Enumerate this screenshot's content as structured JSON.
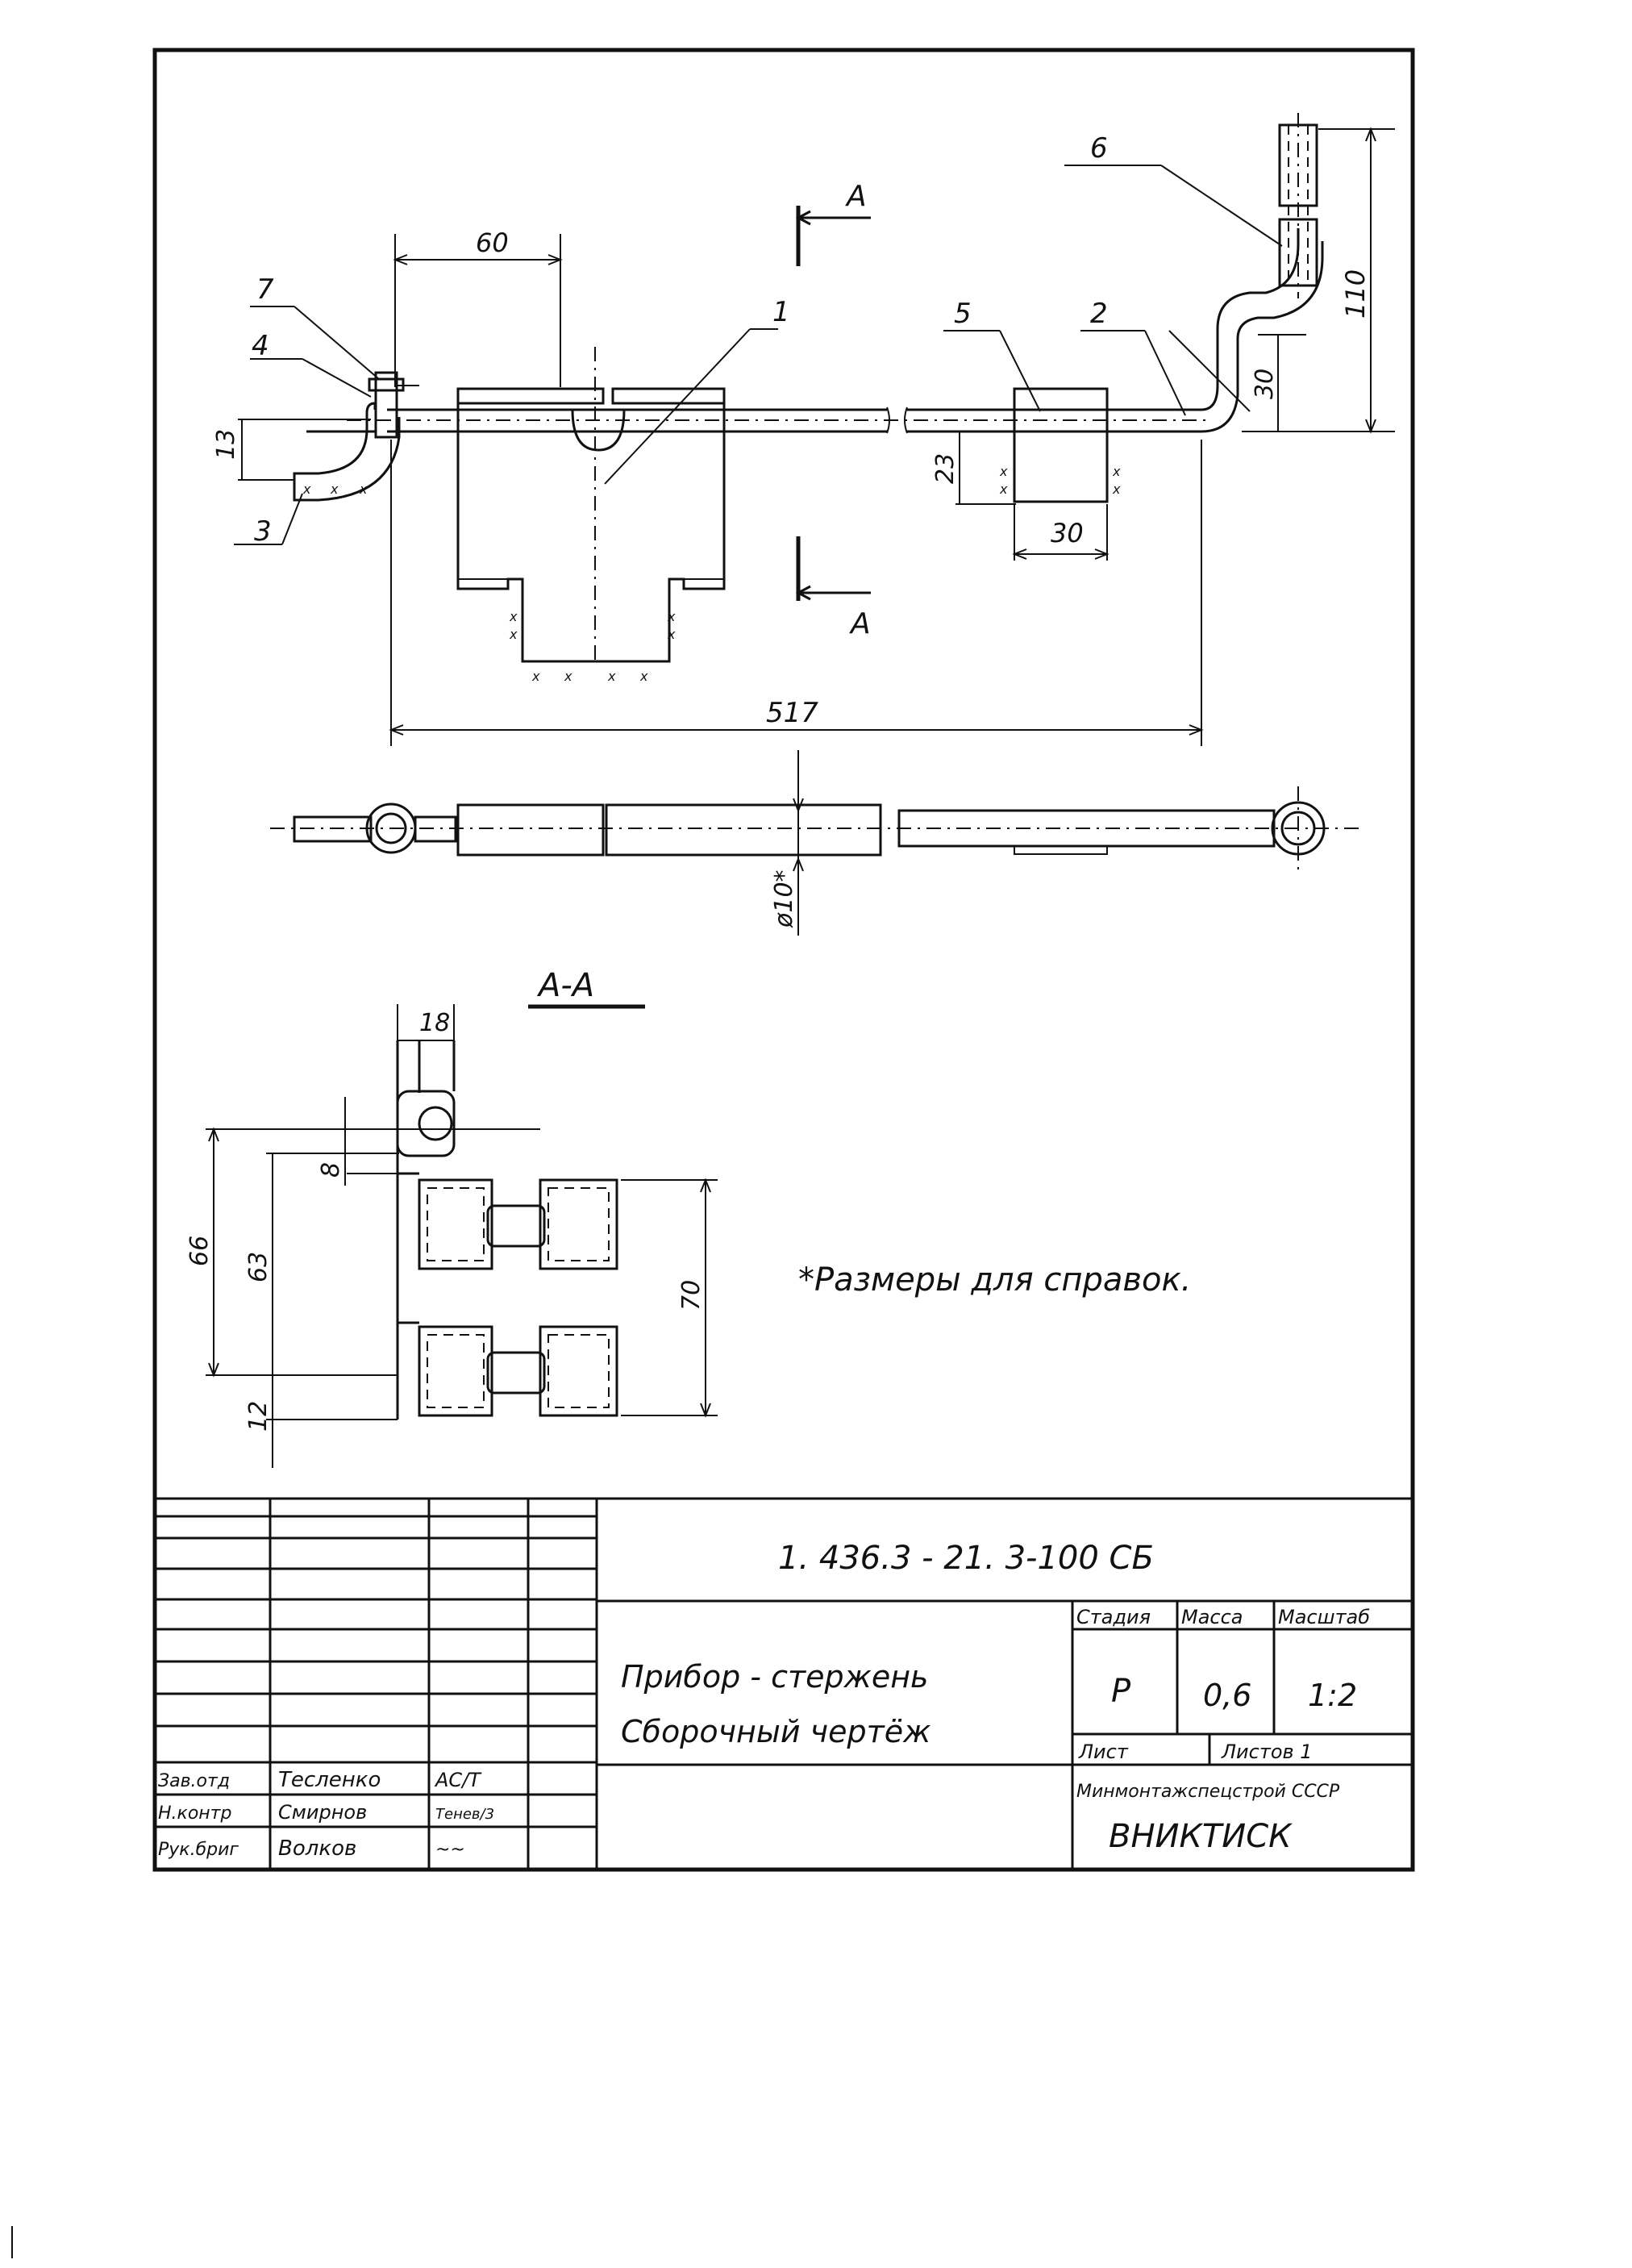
{
  "drawing": {
    "part_labels": [
      "1",
      "2",
      "3",
      "4",
      "5",
      "6",
      "7"
    ],
    "dims_top": {
      "d60": "60",
      "d517": "517",
      "d13": "13",
      "d23": "23",
      "d30_bottom": "30",
      "d30_side": "30",
      "d110": "110"
    },
    "section_marker": "А",
    "dim_plan": "ø10*",
    "section_title": "А-А",
    "dims_section": {
      "d18": "18",
      "d8": "8",
      "d66": "66",
      "d63": "63",
      "d12": "12",
      "d70": "70"
    },
    "note": "*Размеры для справок."
  },
  "title_block": {
    "designation": "1. 436.3 - 21.     3-100 СБ",
    "name_line1": "Прибор - стержень",
    "name_line2": "Сборочный чертёж",
    "stage_header": "Стадия",
    "mass_header": "Масса",
    "scale_header": "Масштаб",
    "stage_value": "Р",
    "mass_value": "0,6",
    "scale_value": "1:2",
    "sheet_label": "Лист",
    "sheets_label": "Листов  1",
    "organization_line1": "Минмонтажспецстрой СССР",
    "organization_line2": "ВНИКТИСК",
    "signatures": [
      {
        "role": "Зав.отд",
        "name": "Тесленко",
        "sign": "АС/Т"
      },
      {
        "role": "Н.контр",
        "name": "Смирнов",
        "sign": "Тенев/3"
      },
      {
        "role": "Рук.бриг",
        "name": "Волков",
        "sign": "~~"
      }
    ]
  }
}
